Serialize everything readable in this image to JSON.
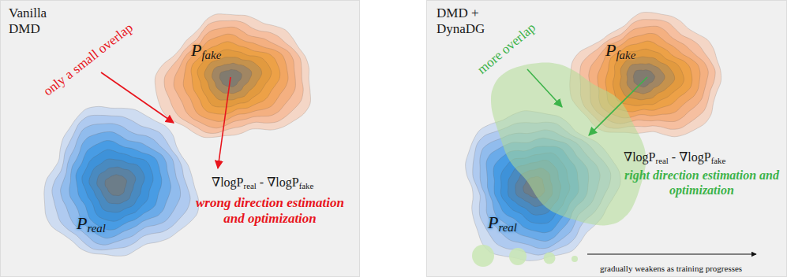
{
  "diagram": {
    "nodes": [
      {
        "text": [
          "Vanilla DMD"
        ]
      },
      {
        "text": [
          "Pfake"
        ],
        "in": 0
      },
      {
        "text": [
          "Preal"
        ],
        "in": 0
      },
      {
        "text": [
          "DMD + DynaDG"
        ]
      },
      {
        "text": [
          "Pfake"
        ],
        "in": 3
      },
      {
        "text": [
          "Preal"
        ],
        "in": 3
      }
    ],
    "labels": [
      "only a small overlap",
      "∇logPreal - ∇logPfake",
      "wrong direction estimation and optimization",
      "more overlap",
      "∇logPreal - ∇logPfake",
      "right direction estimation and optimization",
      "gradually weakens as training progresses"
    ]
  }
}
